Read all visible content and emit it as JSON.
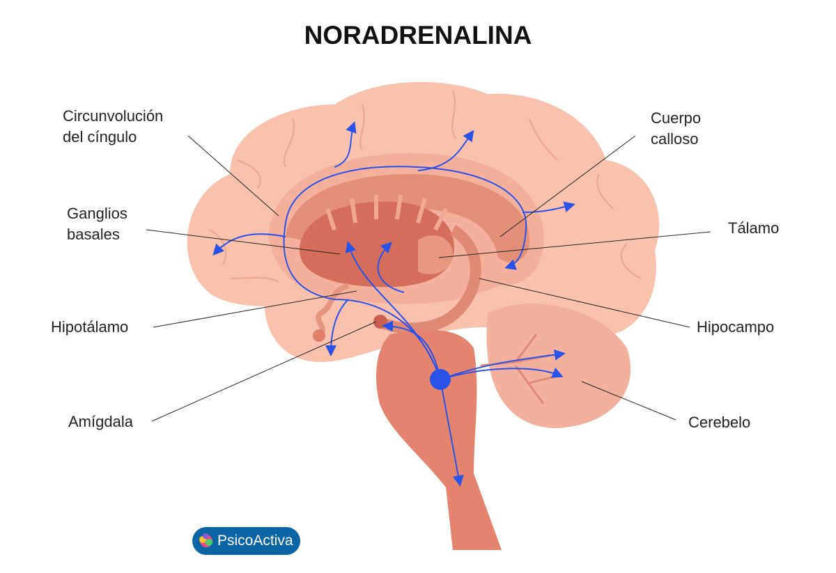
{
  "title": "NORADRENALINA",
  "labels": {
    "cingulo": "Circunvolución\ndel cíngulo",
    "ganglios": "Ganglios\nbasales",
    "hipotalamo": "Hipotálamo",
    "amigdala": "Amígdala",
    "cuerpo": "Cuerpo\ncalloso",
    "talamo": "Tálamo",
    "hipocampo": "Hipocampo",
    "cerebelo": "Cerebelo"
  },
  "logo": "PsicoActiva",
  "colors": {
    "cerebrum": "#f9c1ae",
    "arrow": "#2a52e6",
    "stem": "#e4846f"
  }
}
